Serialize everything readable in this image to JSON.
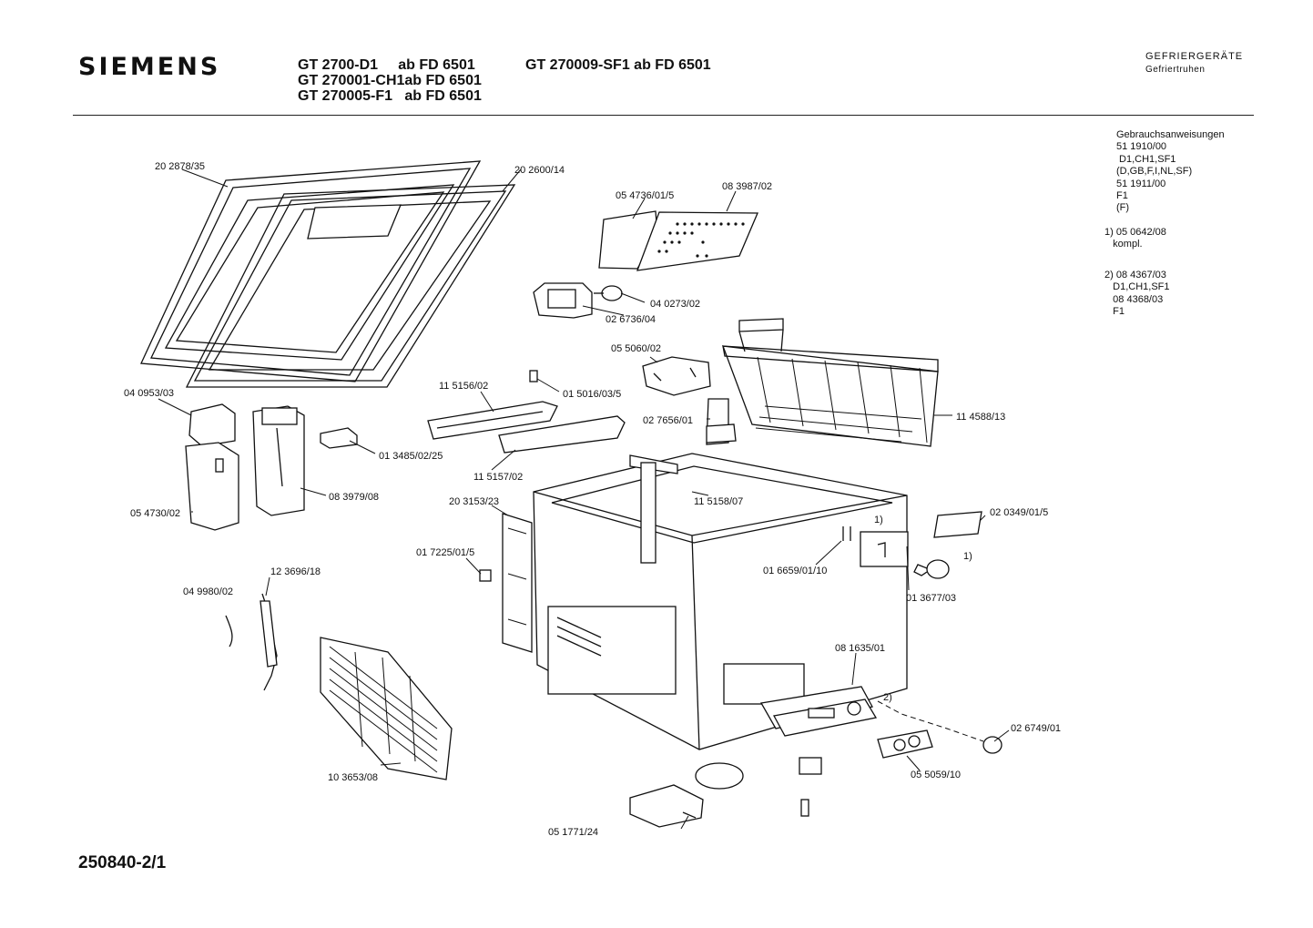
{
  "header": {
    "brand": "SIEMENS",
    "models": [
      "GT 2700-D1     ab FD 6501",
      "GT 270001-CH1ab FD 6501",
      "GT 270005-F1   ab FD 6501"
    ],
    "model_extra": "GT 270009-SF1 ab FD 6501",
    "category": "GEFRIERGERÄTE",
    "subcategory": "Gefriertruhen"
  },
  "notes": {
    "manuals": "Gebrauchsanweisungen\n51 1910/00\n D1,CH1,SF1\n(D,GB,F,I,NL,SF)\n51 1911/00\nF1\n(F)",
    "note1": "1) 05 0642/08\n   kompl.",
    "note2": "2) 08 4367/03\n   D1,CH1,SF1\n   08 4368/03\n   F1"
  },
  "parts": [
    {
      "id": "p1",
      "label": "20 2878/35"
    },
    {
      "id": "p2",
      "label": "20 2600/14"
    },
    {
      "id": "p3",
      "label": "05 4736/01/5"
    },
    {
      "id": "p4",
      "label": "08 3987/02"
    },
    {
      "id": "p5",
      "label": "04 0273/02"
    },
    {
      "id": "p6",
      "label": "02 6736/04"
    },
    {
      "id": "p7",
      "label": "05 5060/02"
    },
    {
      "id": "p8",
      "label": "11 5156/02"
    },
    {
      "id": "p9",
      "label": "01 5016/03/5"
    },
    {
      "id": "p10",
      "label": "02 7656/01"
    },
    {
      "id": "p11",
      "label": "11 4588/13"
    },
    {
      "id": "p12",
      "label": "04 0953/03"
    },
    {
      "id": "p13",
      "label": "01 3485/02/25"
    },
    {
      "id": "p14",
      "label": "11 5157/02"
    },
    {
      "id": "p15",
      "label": "08 3979/08"
    },
    {
      "id": "p16",
      "label": "05 4730/02"
    },
    {
      "id": "p17",
      "label": "20 3153/23"
    },
    {
      "id": "p18",
      "label": "11 5158/07"
    },
    {
      "id": "p19",
      "label": "02 0349/01/5"
    },
    {
      "id": "p20",
      "label": "01 7225/01/5"
    },
    {
      "id": "p21",
      "label": "01 6659/01/10"
    },
    {
      "id": "p22",
      "label": "01 3677/03"
    },
    {
      "id": "p23",
      "label": "12 3696/18"
    },
    {
      "id": "p24",
      "label": "04 9980/02"
    },
    {
      "id": "p25",
      "label": "08 1635/01"
    },
    {
      "id": "p26",
      "label": "02 6749/01"
    },
    {
      "id": "p27",
      "label": "10 3653/08"
    },
    {
      "id": "p28",
      "label": "05 5059/10"
    },
    {
      "id": "p29",
      "label": "05 1771/24"
    }
  ],
  "markers": {
    "m1": "1)",
    "m2": "1)",
    "m3": "2)"
  },
  "footer": {
    "doc_id": "250840-2/1"
  }
}
